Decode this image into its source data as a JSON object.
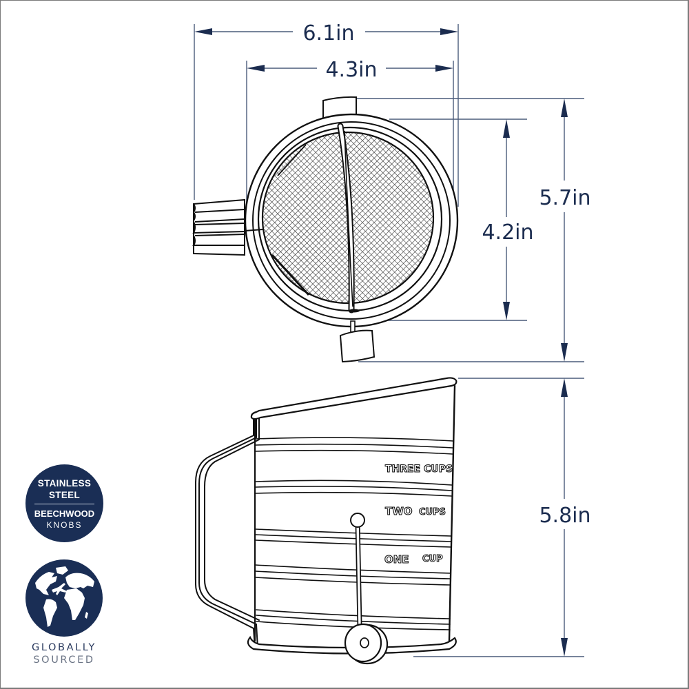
{
  "diagram": {
    "subject": "Rotary flour sifter",
    "views": [
      {
        "name": "top-view",
        "description": "Top-down view showing mesh screen, agitator wire, side handle and crank knob"
      },
      {
        "name": "side-view",
        "description": "Side elevation showing handle, crank, and measurement markings"
      }
    ],
    "dimensions": {
      "overall_width": {
        "label": "6.1in",
        "value": 6.1,
        "unit": "in",
        "orientation": "horizontal"
      },
      "body_diameter": {
        "label": "4.3in",
        "value": 4.3,
        "unit": "in",
        "orientation": "horizontal"
      },
      "overall_depth": {
        "label": "5.7in",
        "value": 5.7,
        "unit": "in",
        "orientation": "vertical"
      },
      "inner_diameter": {
        "label": "4.2in",
        "value": 4.2,
        "unit": "in",
        "orientation": "vertical"
      },
      "height": {
        "label": "5.8in",
        "value": 5.8,
        "unit": "in",
        "orientation": "vertical"
      }
    },
    "markings": [
      {
        "label": "THREE CUPS"
      },
      {
        "label_left": "TWO",
        "label_right": "CUPS"
      },
      {
        "label_left": "ONE",
        "label_right": "CUP"
      }
    ]
  },
  "badges": {
    "materials": {
      "line1": "STAINLESS",
      "line2": "STEEL",
      "line3": "BEECHWOOD",
      "line4": "KNOBS"
    },
    "sourcing": {
      "icon": "globe-with-airplane-icon",
      "line1": "GLOBALLY",
      "line2": "SOURCED"
    }
  },
  "colors": {
    "navy": "#1a2e55",
    "dimension_line": "#4a5b7a",
    "label_text": "#1b2c4f",
    "outline": "#111111",
    "border": "#7a7a7a"
  }
}
